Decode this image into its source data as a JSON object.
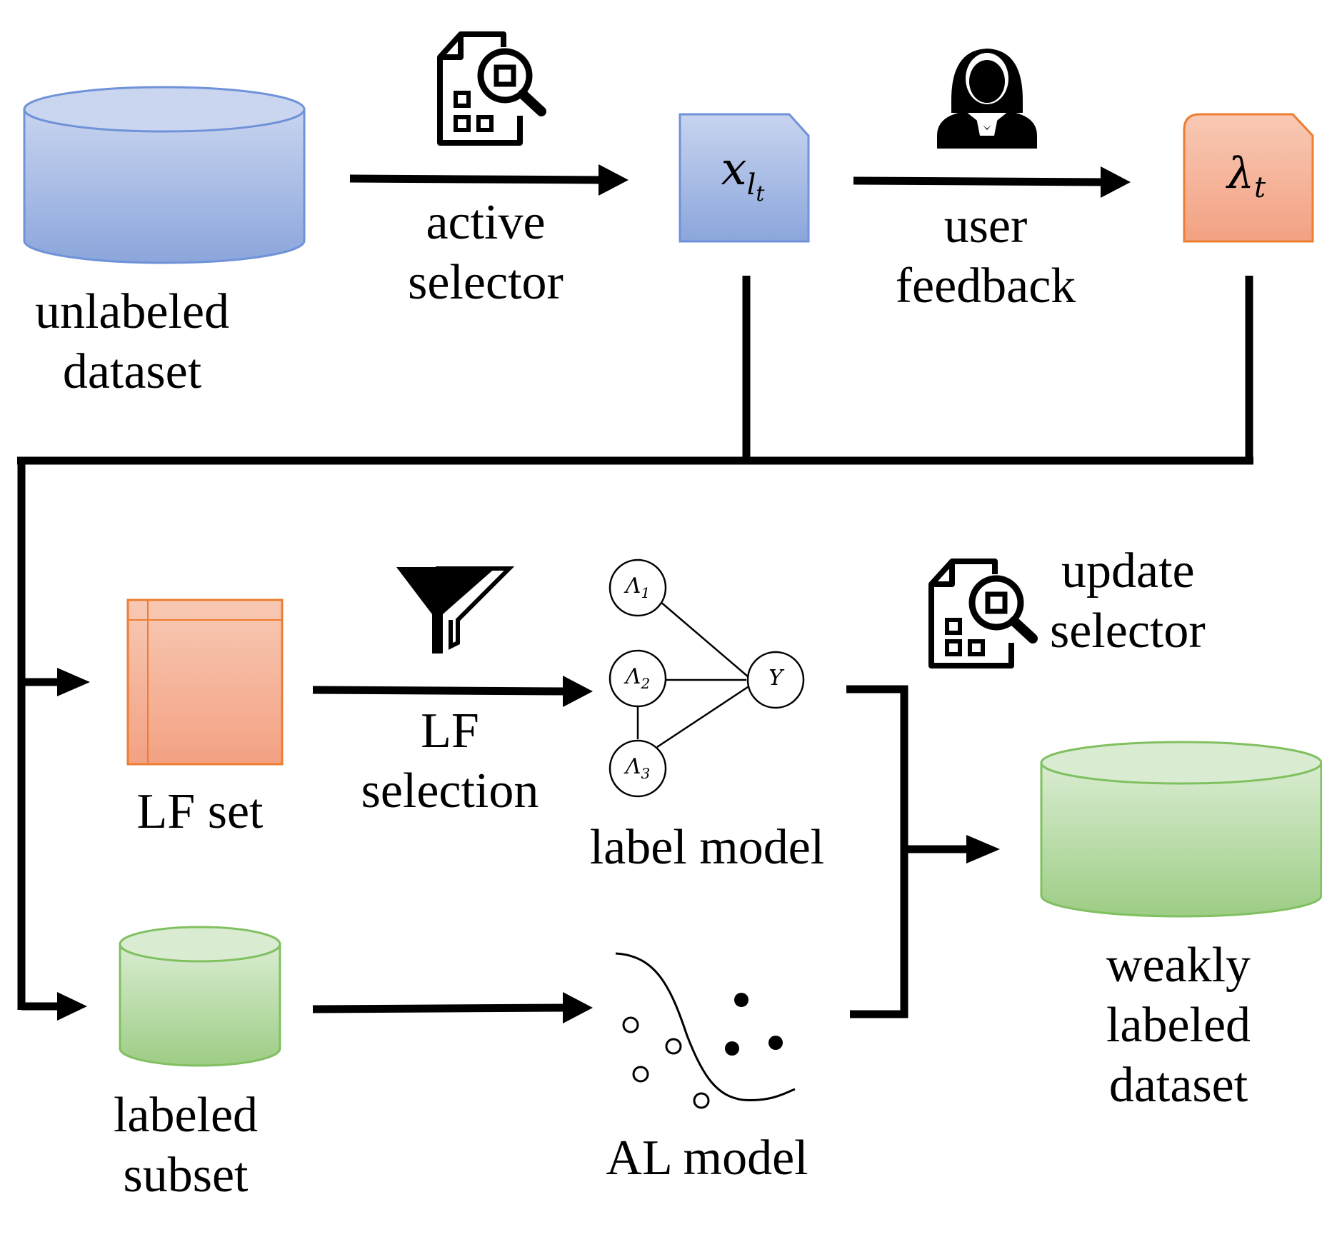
{
  "colors": {
    "blue_fill_top": "#c5d2ee",
    "blue_fill_bottom": "#8aa6db",
    "blue_stroke": "#6b8fd6",
    "orange_fill_top": "#f7c5b0",
    "orange_fill_bottom": "#f2a07f",
    "orange_stroke": "#ed7d31",
    "green_fill_top": "#d7ebcf",
    "green_fill_bottom": "#9ccc84",
    "green_stroke": "#7fbf5f",
    "line": "#000000"
  },
  "labels": {
    "unlabeled_dataset": [
      "unlabeled",
      "dataset"
    ],
    "active_selector": [
      "active",
      "selector"
    ],
    "user_feedback": [
      "user",
      "feedback"
    ],
    "lf_set": "LF set",
    "lf_selection": [
      "LF",
      "selection"
    ],
    "label_model": "label model",
    "update_selector": [
      "update",
      "selector"
    ],
    "labeled_subset": [
      "labeled",
      "subset"
    ],
    "al_model": "AL model",
    "weakly_labeled_dataset": [
      "weakly",
      "labeled",
      "dataset"
    ]
  },
  "math": {
    "x_base": "x",
    "x_sub": "l",
    "x_subsub": "t",
    "lambda_base": "λ",
    "lambda_sub": "t"
  },
  "label_model_graph": {
    "nodes": [
      {
        "id": "L1",
        "base": "Λ",
        "sub": "1"
      },
      {
        "id": "L2",
        "base": "Λ",
        "sub": "2"
      },
      {
        "id": "L3",
        "base": "Λ",
        "sub": "3"
      },
      {
        "id": "Y",
        "base": "Y",
        "sub": ""
      }
    ],
    "edges": [
      [
        "L1",
        "Y"
      ],
      [
        "L2",
        "Y"
      ],
      [
        "L3",
        "Y"
      ],
      [
        "L2",
        "L3"
      ]
    ]
  },
  "icons": [
    "document-search-icon",
    "user-icon",
    "funnel-icon",
    "document-search-icon"
  ]
}
